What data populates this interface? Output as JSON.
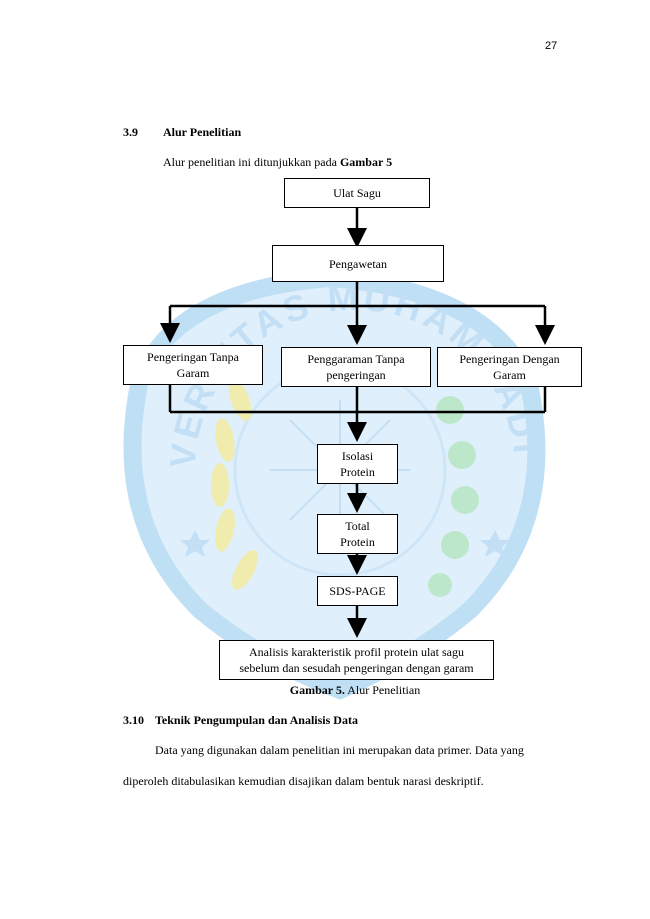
{
  "page_number": "27",
  "section_1": {
    "number": "3.9",
    "title": "Alur Penelitian",
    "intro_text": "Alur penelitian ini ditunjukkan pada ",
    "intro_bold": "Gambar 5"
  },
  "flowchart": {
    "start": "Ulat Sagu",
    "preserve": "Pengawetan",
    "branch_1": "Pengeringan Tanpa Garam",
    "branch_2": "Penggaraman Tanpa pengeringan",
    "branch_3": "Pengeringan Dengan Garam",
    "isolation": "Isolasi Protein",
    "total": "Total Protein",
    "sds": "SDS-PAGE",
    "analysis": "Analisis karakteristik profil protein ulat sagu sebelum dan sesudah pengeringan dengan garam"
  },
  "caption": {
    "label": "Gambar 5.",
    "text": " Alur Penelitian"
  },
  "section_2": {
    "number": "3.10",
    "title": "Teknik Pengumpulan dan Analisis Data",
    "para_line_1": "Data yang digunakan dalam  penelitian ini merupakan data primer. Data yang",
    "para_line_2": "diperoleh ditabulasikan kemudian disajikan dalam bentuk narasi deskriptif."
  },
  "watermark": {
    "text": "UNIVERSITAS MUHAMMADIYAH",
    "color_primary": "#8bbde8",
    "color_secondary": "#f4ec9c",
    "color_tertiary": "#b4e6bf"
  }
}
